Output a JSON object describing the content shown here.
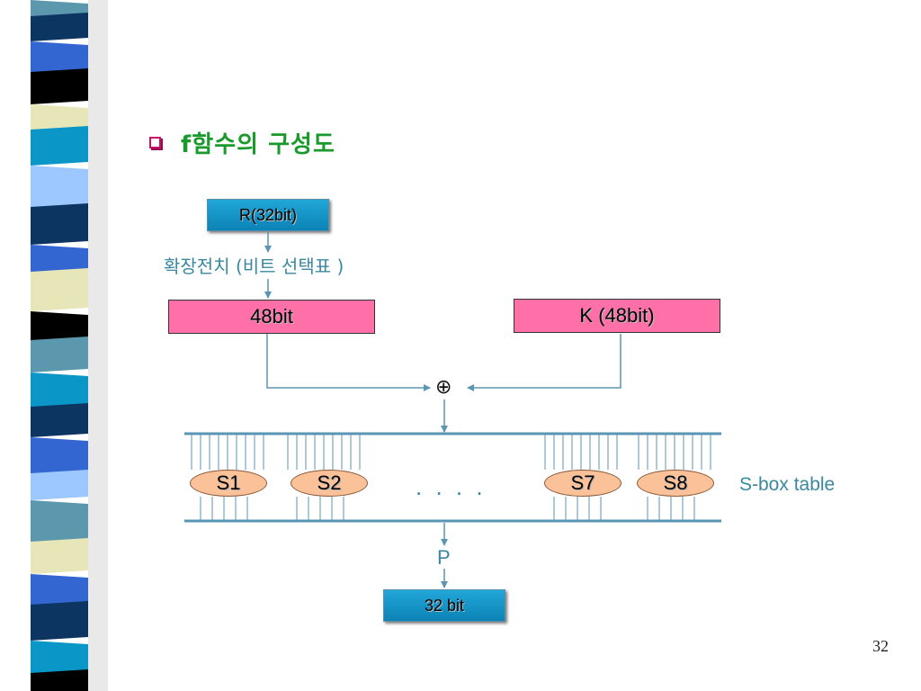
{
  "slide": {
    "title": "f함수의 구성도",
    "title_color": "#1a9a2c",
    "bullet_icon": "hollow-square-bullet",
    "page_number": "32"
  },
  "diagram": {
    "input_box": "R(32bit)",
    "expansion_label": "확장전치 (비트 선택표 )",
    "expanded_box": "48bit",
    "key_box": "K (48bit)",
    "xor_symbol": "⊕",
    "sboxes": [
      "S1",
      "S2",
      "S7",
      "S8"
    ],
    "ellipsis": ". . . .",
    "sbox_table_label": "S-box table",
    "permutation_label": "P",
    "output_box": "32 bit",
    "colors": {
      "blue_box": "#1596cc",
      "pink_box": "#ff6fa8",
      "sbox_fill": "#fbc29a",
      "line": "#5a96b4",
      "teal_text": "#3a88a0"
    }
  }
}
